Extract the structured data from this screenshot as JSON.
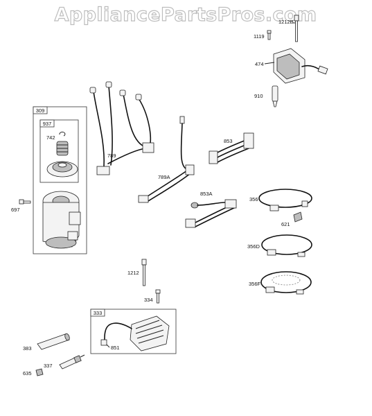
{
  "watermark": "AppliancePartsPros.com",
  "groups": {
    "g309": "309",
    "g937": "937",
    "g333": "333"
  },
  "labels": {
    "l1119": "1119",
    "l1212B": "1212B",
    "l474": "474",
    "l910": "910",
    "l789": "789",
    "l742": "742",
    "l853": "853",
    "l789A": "789A",
    "l853A": "853A",
    "l697": "697",
    "l356": "356",
    "l621": "621",
    "l356D": "356D",
    "l356F": "356F",
    "l1212": "1212",
    "l334": "334",
    "l851": "851",
    "l383": "383",
    "l337": "337",
    "l635": "635"
  }
}
